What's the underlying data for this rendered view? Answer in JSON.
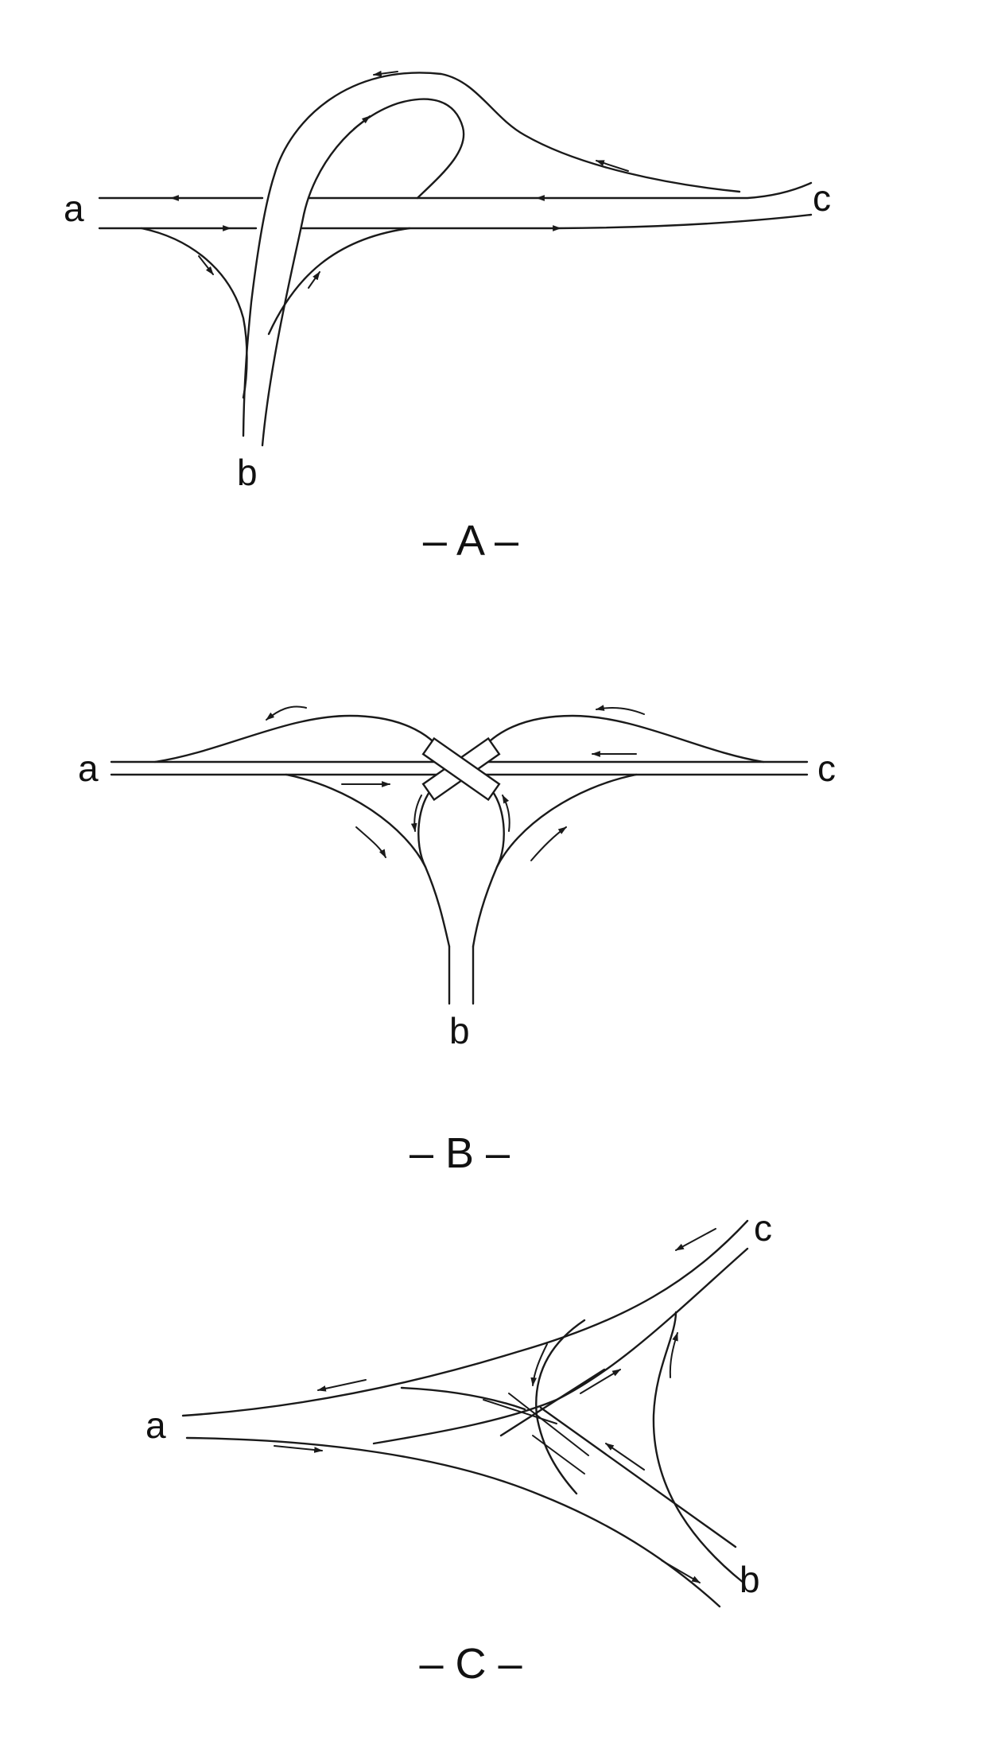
{
  "colors": {
    "line": "#1a1a1a",
    "background": "#ffffff"
  },
  "diagrams": [
    {
      "caption": "– A –",
      "labels": {
        "a": "a",
        "b": "b",
        "c": "c"
      }
    },
    {
      "caption": "– B –",
      "labels": {
        "a": "a",
        "b": "b",
        "c": "c"
      }
    },
    {
      "caption": "– C –",
      "labels": {
        "a": "a",
        "b": "b",
        "c": "c"
      }
    }
  ]
}
